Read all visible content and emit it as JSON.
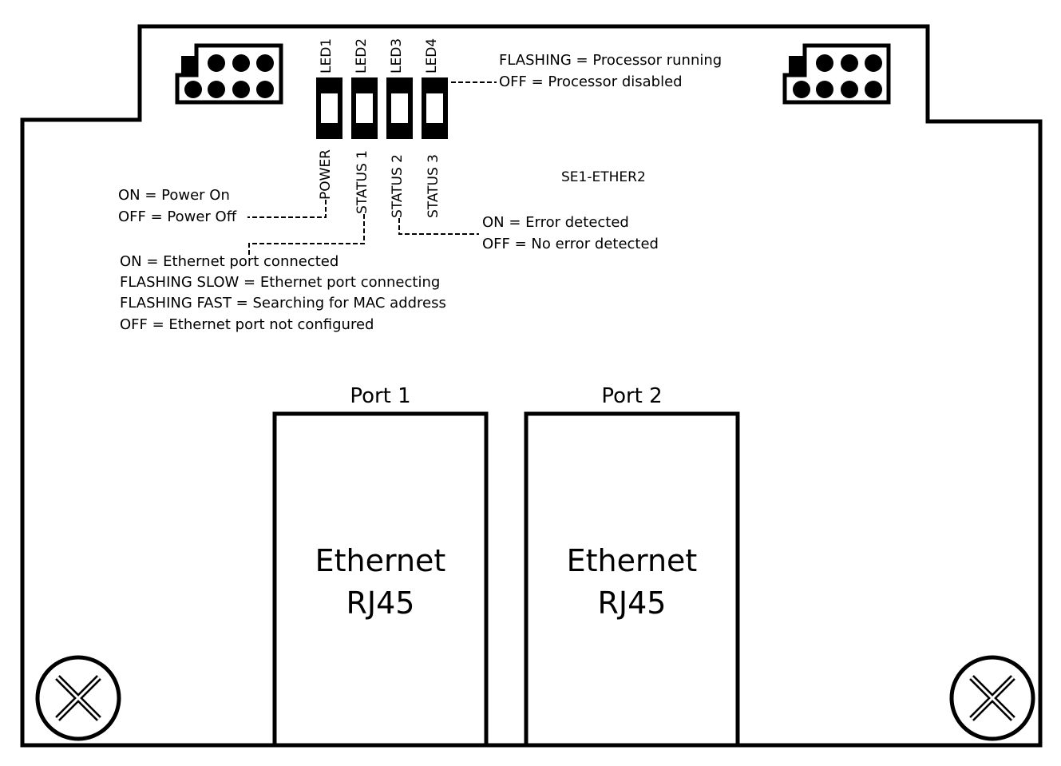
{
  "board": {
    "model": "SE1-ETHER2",
    "colors": {
      "line": "#000000",
      "background": "#ffffff"
    }
  },
  "leds": [
    {
      "id": "LED1",
      "function": "POWER"
    },
    {
      "id": "LED2",
      "function": "STATUS 1"
    },
    {
      "id": "LED3",
      "function": "STATUS 2"
    },
    {
      "id": "LED4",
      "function": "STATUS 3"
    }
  ],
  "legends": {
    "power": [
      "ON = Power On",
      "OFF = Power Off"
    ],
    "status1": [
      "ON = Ethernet port connected",
      "FLASHING SLOW = Ethernet port connecting",
      "FLASHING FAST = Searching for MAC address",
      "OFF = Ethernet port not configured"
    ],
    "status2": [
      "ON = Error detected",
      "OFF = No error detected"
    ],
    "status3": [
      "FLASHING = Processor running",
      "OFF = Processor disabled"
    ]
  },
  "ports": [
    {
      "title": "Port 1",
      "line1": "Ethernet",
      "line2": "RJ45"
    },
    {
      "title": "Port 2",
      "line1": "Ethernet",
      "line2": "RJ45"
    }
  ],
  "connectors": [
    {
      "name": "left-header",
      "pins": 7
    },
    {
      "name": "right-header",
      "pins": 7
    }
  ],
  "mounting_holes": [
    "bottom-left",
    "bottom-right"
  ]
}
